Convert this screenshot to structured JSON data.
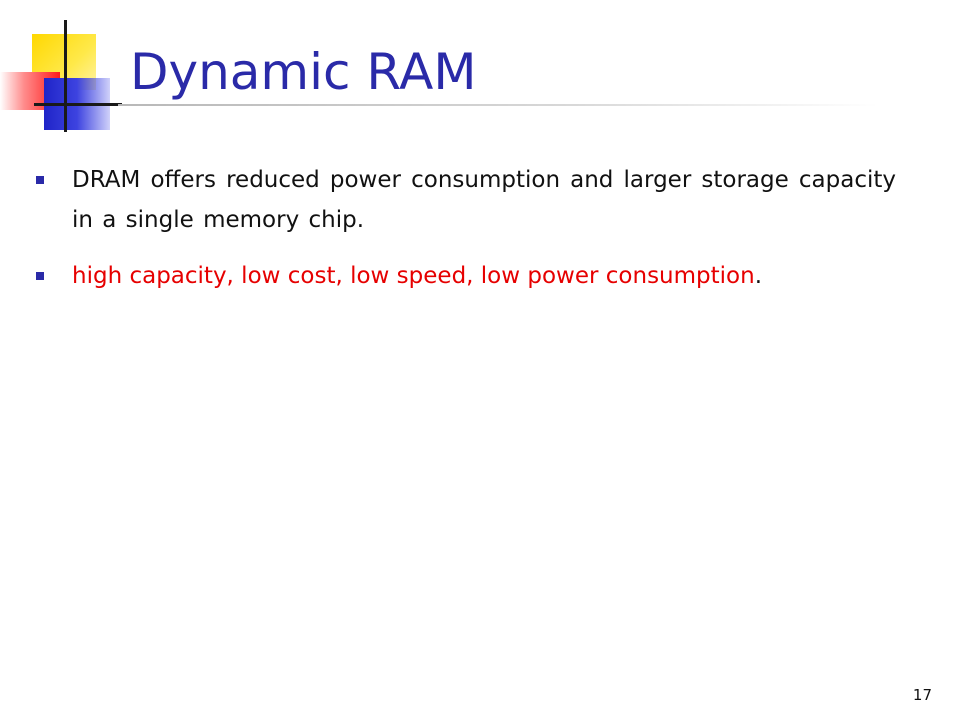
{
  "slide": {
    "title": "Dynamic RAM",
    "bullets": [
      {
        "text": "DRAM offers reduced power consumption and larger storage capacity in a single memory chip."
      },
      {
        "text": "high capacity, low cost, low speed, low power consumption",
        "trailing": "."
      }
    ],
    "page_number": "17"
  },
  "colors": {
    "title": "#2a2aa8",
    "body_text": "#111111",
    "highlight_text": "#e60000",
    "bullet_marker": "#2a2aa8",
    "deco_yellow": "#ffd800",
    "deco_red": "#ff1a1a",
    "deco_blue": "#1f24c8"
  }
}
